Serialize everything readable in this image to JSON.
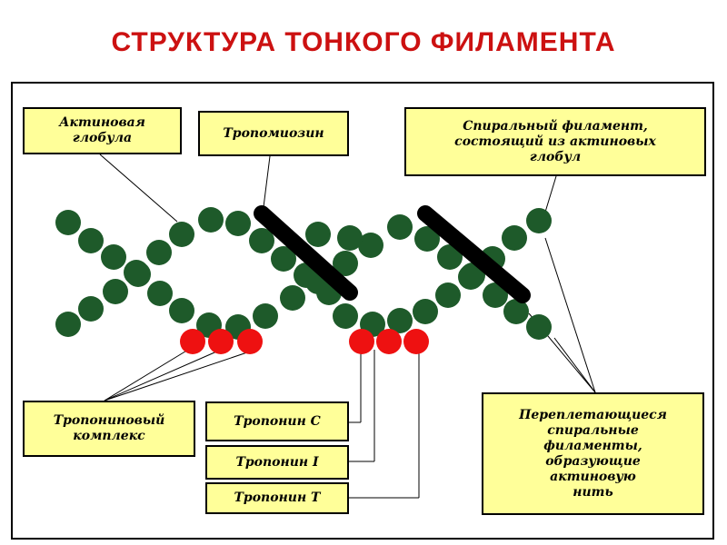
{
  "title": "СТРУКТУРА ТОНКОГО ФИЛАМЕНТА",
  "colors": {
    "title": "#cc1111",
    "label_bg": "#ffff99",
    "actin": "#1e5a2a",
    "troponin": "#ee1111",
    "tropomyosin": "#000000"
  },
  "labels": {
    "actin_globule": "Актиновая\nглобула",
    "tropomyosin": "Тропомиозин",
    "spiral_filament": "Спиральный филамент,\nсостоящий из актиновых\nглобул",
    "troponin_complex": "Тропониновый\nкомплекс",
    "troponin_c": "Тропонин C",
    "troponin_i": "Тропонин I",
    "troponin_t": "Тропонин T",
    "interweaving": "Переплетающиеся\nспиральные\nфиламенты,\nобразующие\nактиновую\nнить"
  }
}
